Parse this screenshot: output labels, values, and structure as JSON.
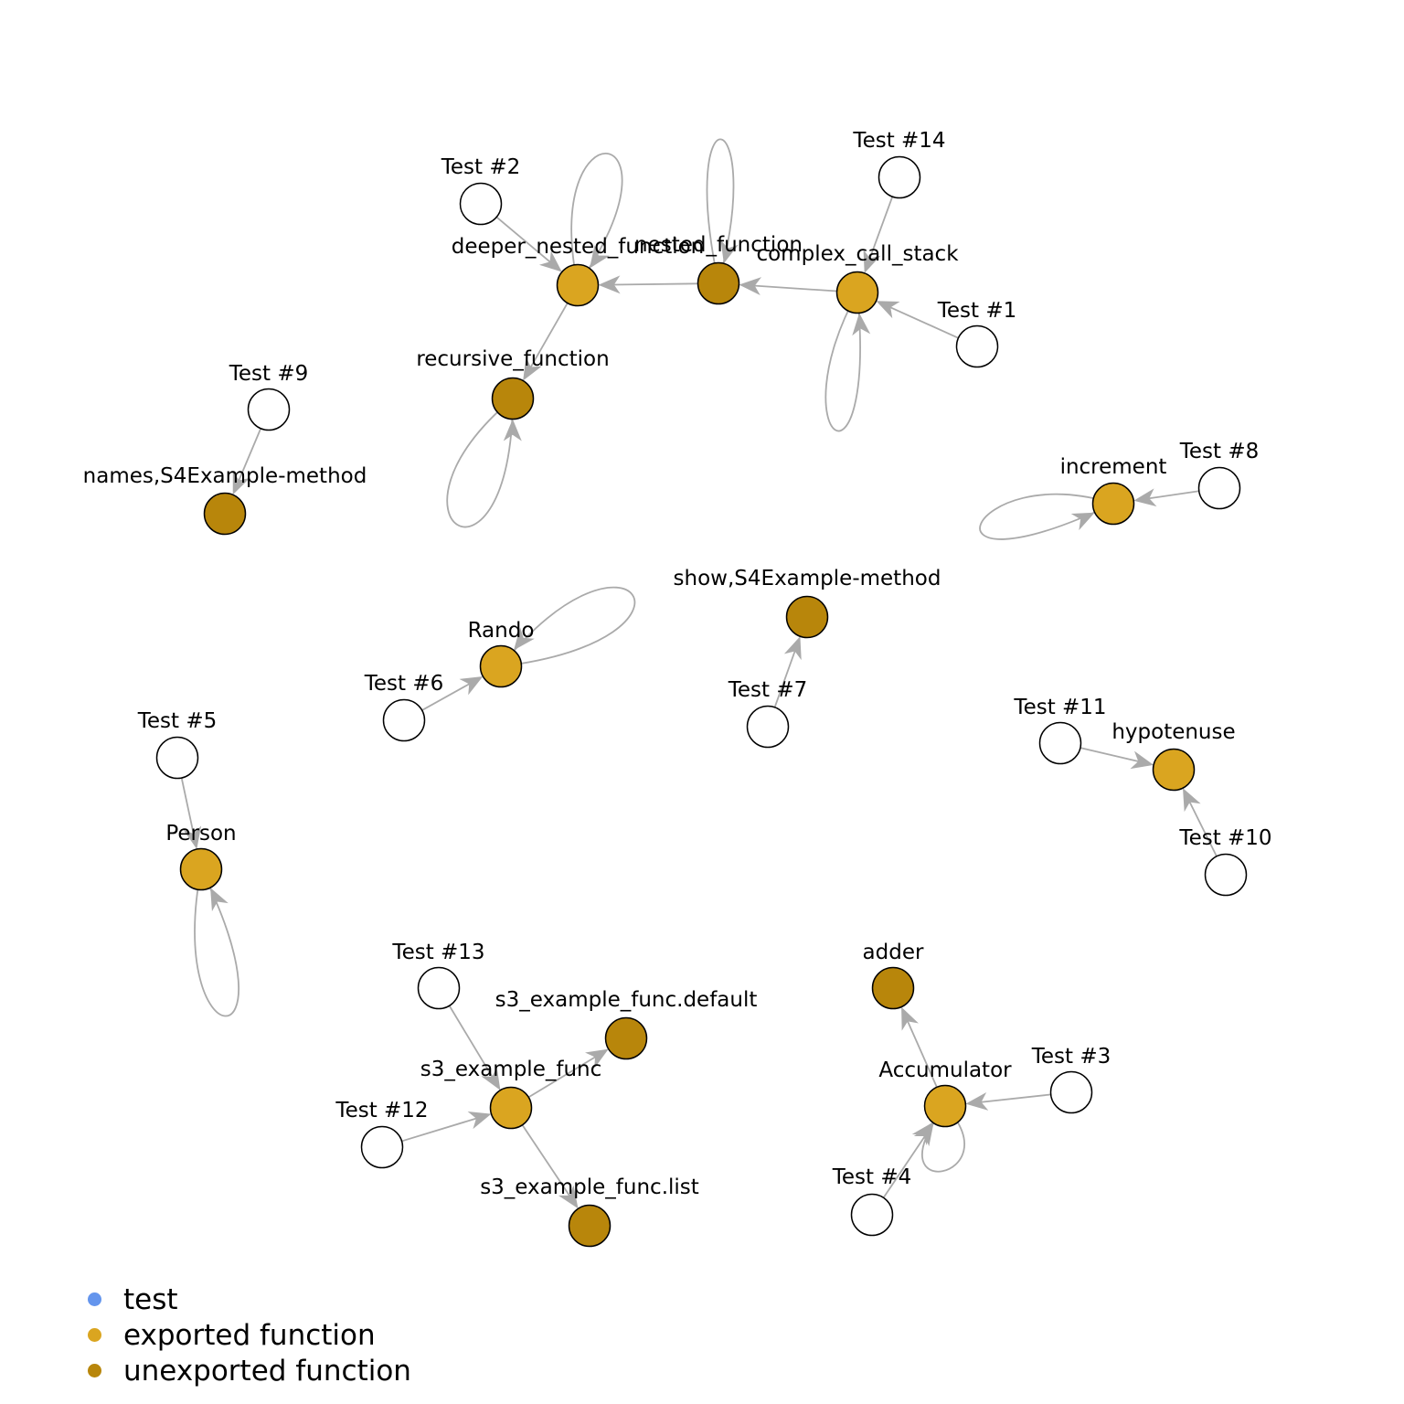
{
  "colors": {
    "test": "#ffffff",
    "exported": "#daa520",
    "unexported": "#b8860b",
    "edge": "#aaaaaa",
    "legend_test": "#6495ed"
  },
  "nodes": [
    {
      "id": "test2",
      "label": "Test #2",
      "kind": "test"
    },
    {
      "id": "test14",
      "label": "Test #14",
      "kind": "test"
    },
    {
      "id": "deeper",
      "label": "deeper_nested_function",
      "kind": "exported"
    },
    {
      "id": "nested",
      "label": "nested_function",
      "kind": "unexported"
    },
    {
      "id": "complex",
      "label": "complex_call_stack",
      "kind": "exported"
    },
    {
      "id": "test1",
      "label": "Test #1",
      "kind": "test"
    },
    {
      "id": "recursive",
      "label": "recursive_function",
      "kind": "unexported"
    },
    {
      "id": "test9",
      "label": "Test #9",
      "kind": "test"
    },
    {
      "id": "names",
      "label": "names,S4Example-method",
      "kind": "unexported"
    },
    {
      "id": "test8",
      "label": "Test #8",
      "kind": "test"
    },
    {
      "id": "increment",
      "label": "increment",
      "kind": "exported"
    },
    {
      "id": "show",
      "label": "show,S4Example-method",
      "kind": "unexported"
    },
    {
      "id": "rando",
      "label": "Rando",
      "kind": "exported"
    },
    {
      "id": "test6",
      "label": "Test #6",
      "kind": "test"
    },
    {
      "id": "test7",
      "label": "Test #7",
      "kind": "test"
    },
    {
      "id": "test11",
      "label": "Test #11",
      "kind": "test"
    },
    {
      "id": "hypotenuse",
      "label": "hypotenuse",
      "kind": "exported"
    },
    {
      "id": "test10",
      "label": "Test #10",
      "kind": "test"
    },
    {
      "id": "test5",
      "label": "Test #5",
      "kind": "test"
    },
    {
      "id": "person",
      "label": "Person",
      "kind": "exported"
    },
    {
      "id": "test13",
      "label": "Test #13",
      "kind": "test"
    },
    {
      "id": "s3default",
      "label": "s3_example_func.default",
      "kind": "unexported"
    },
    {
      "id": "s3func",
      "label": "s3_example_func",
      "kind": "exported"
    },
    {
      "id": "test12",
      "label": "Test #12",
      "kind": "test"
    },
    {
      "id": "s3list",
      "label": "s3_example_func.list",
      "kind": "unexported"
    },
    {
      "id": "adder",
      "label": "adder",
      "kind": "unexported"
    },
    {
      "id": "accumulator",
      "label": "Accumulator",
      "kind": "exported"
    },
    {
      "id": "test3",
      "label": "Test #3",
      "kind": "test"
    },
    {
      "id": "test4",
      "label": "Test #4",
      "kind": "test"
    }
  ],
  "edges": [
    {
      "from": "test2",
      "to": "deeper"
    },
    {
      "from": "nested",
      "to": "deeper"
    },
    {
      "from": "complex",
      "to": "nested"
    },
    {
      "from": "test14",
      "to": "complex"
    },
    {
      "from": "test1",
      "to": "complex"
    },
    {
      "from": "deeper",
      "to": "recursive"
    },
    {
      "from": "test9",
      "to": "names"
    },
    {
      "from": "test8",
      "to": "increment"
    },
    {
      "from": "test6",
      "to": "rando"
    },
    {
      "from": "test7",
      "to": "show"
    },
    {
      "from": "test11",
      "to": "hypotenuse"
    },
    {
      "from": "test10",
      "to": "hypotenuse"
    },
    {
      "from": "test5",
      "to": "person"
    },
    {
      "from": "test13",
      "to": "s3func"
    },
    {
      "from": "test12",
      "to": "s3func"
    },
    {
      "from": "s3func",
      "to": "s3default"
    },
    {
      "from": "s3func",
      "to": "s3list"
    },
    {
      "from": "test3",
      "to": "accumulator"
    },
    {
      "from": "test4",
      "to": "accumulator"
    },
    {
      "from": "accumulator",
      "to": "adder"
    }
  ],
  "self_loops": [
    "deeper",
    "nested",
    "complex",
    "recursive",
    "increment",
    "rando",
    "person",
    "accumulator"
  ],
  "legend": [
    {
      "label": "test",
      "color_key": "legend_test"
    },
    {
      "label": "exported function",
      "color_key": "exported"
    },
    {
      "label": "unexported function",
      "color_key": "unexported"
    }
  ]
}
